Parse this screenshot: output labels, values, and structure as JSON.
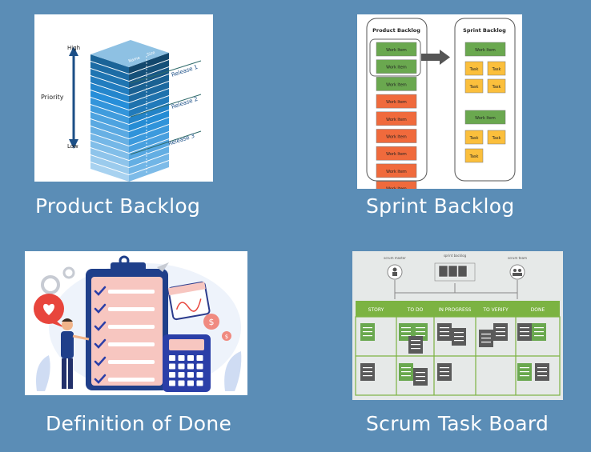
{
  "panels": [
    {
      "caption": "Product Backlog",
      "labels": {
        "high": "High",
        "low": "Low",
        "priority": "Priority",
        "release1": "Release 1",
        "release2": "Release 2",
        "release3": "Release 3",
        "col1": "Name",
        "col2": "Size"
      }
    },
    {
      "caption": "Sprint Backlog",
      "labels": {
        "product_backlog": "Product Backlog",
        "sprint_backlog": "Sprint Backlog",
        "work_item": "Work Item",
        "task": "Task"
      }
    },
    {
      "caption": "Definition of Done"
    },
    {
      "caption": "Scrum Task Board",
      "labels": {
        "product_owner": "scrum master",
        "sprint_backlog": "sprint backlog",
        "team": "scrum team"
      },
      "columns": [
        "STORY",
        "TO DO",
        "IN PROGRESS",
        "TO VERIFY",
        "DONE"
      ]
    }
  ],
  "colors": {
    "background": "#5b8db6",
    "green": "#6aa84f",
    "orange": "#f06a3c",
    "yellow": "#fbbf3c",
    "board_green": "#7cb342"
  }
}
